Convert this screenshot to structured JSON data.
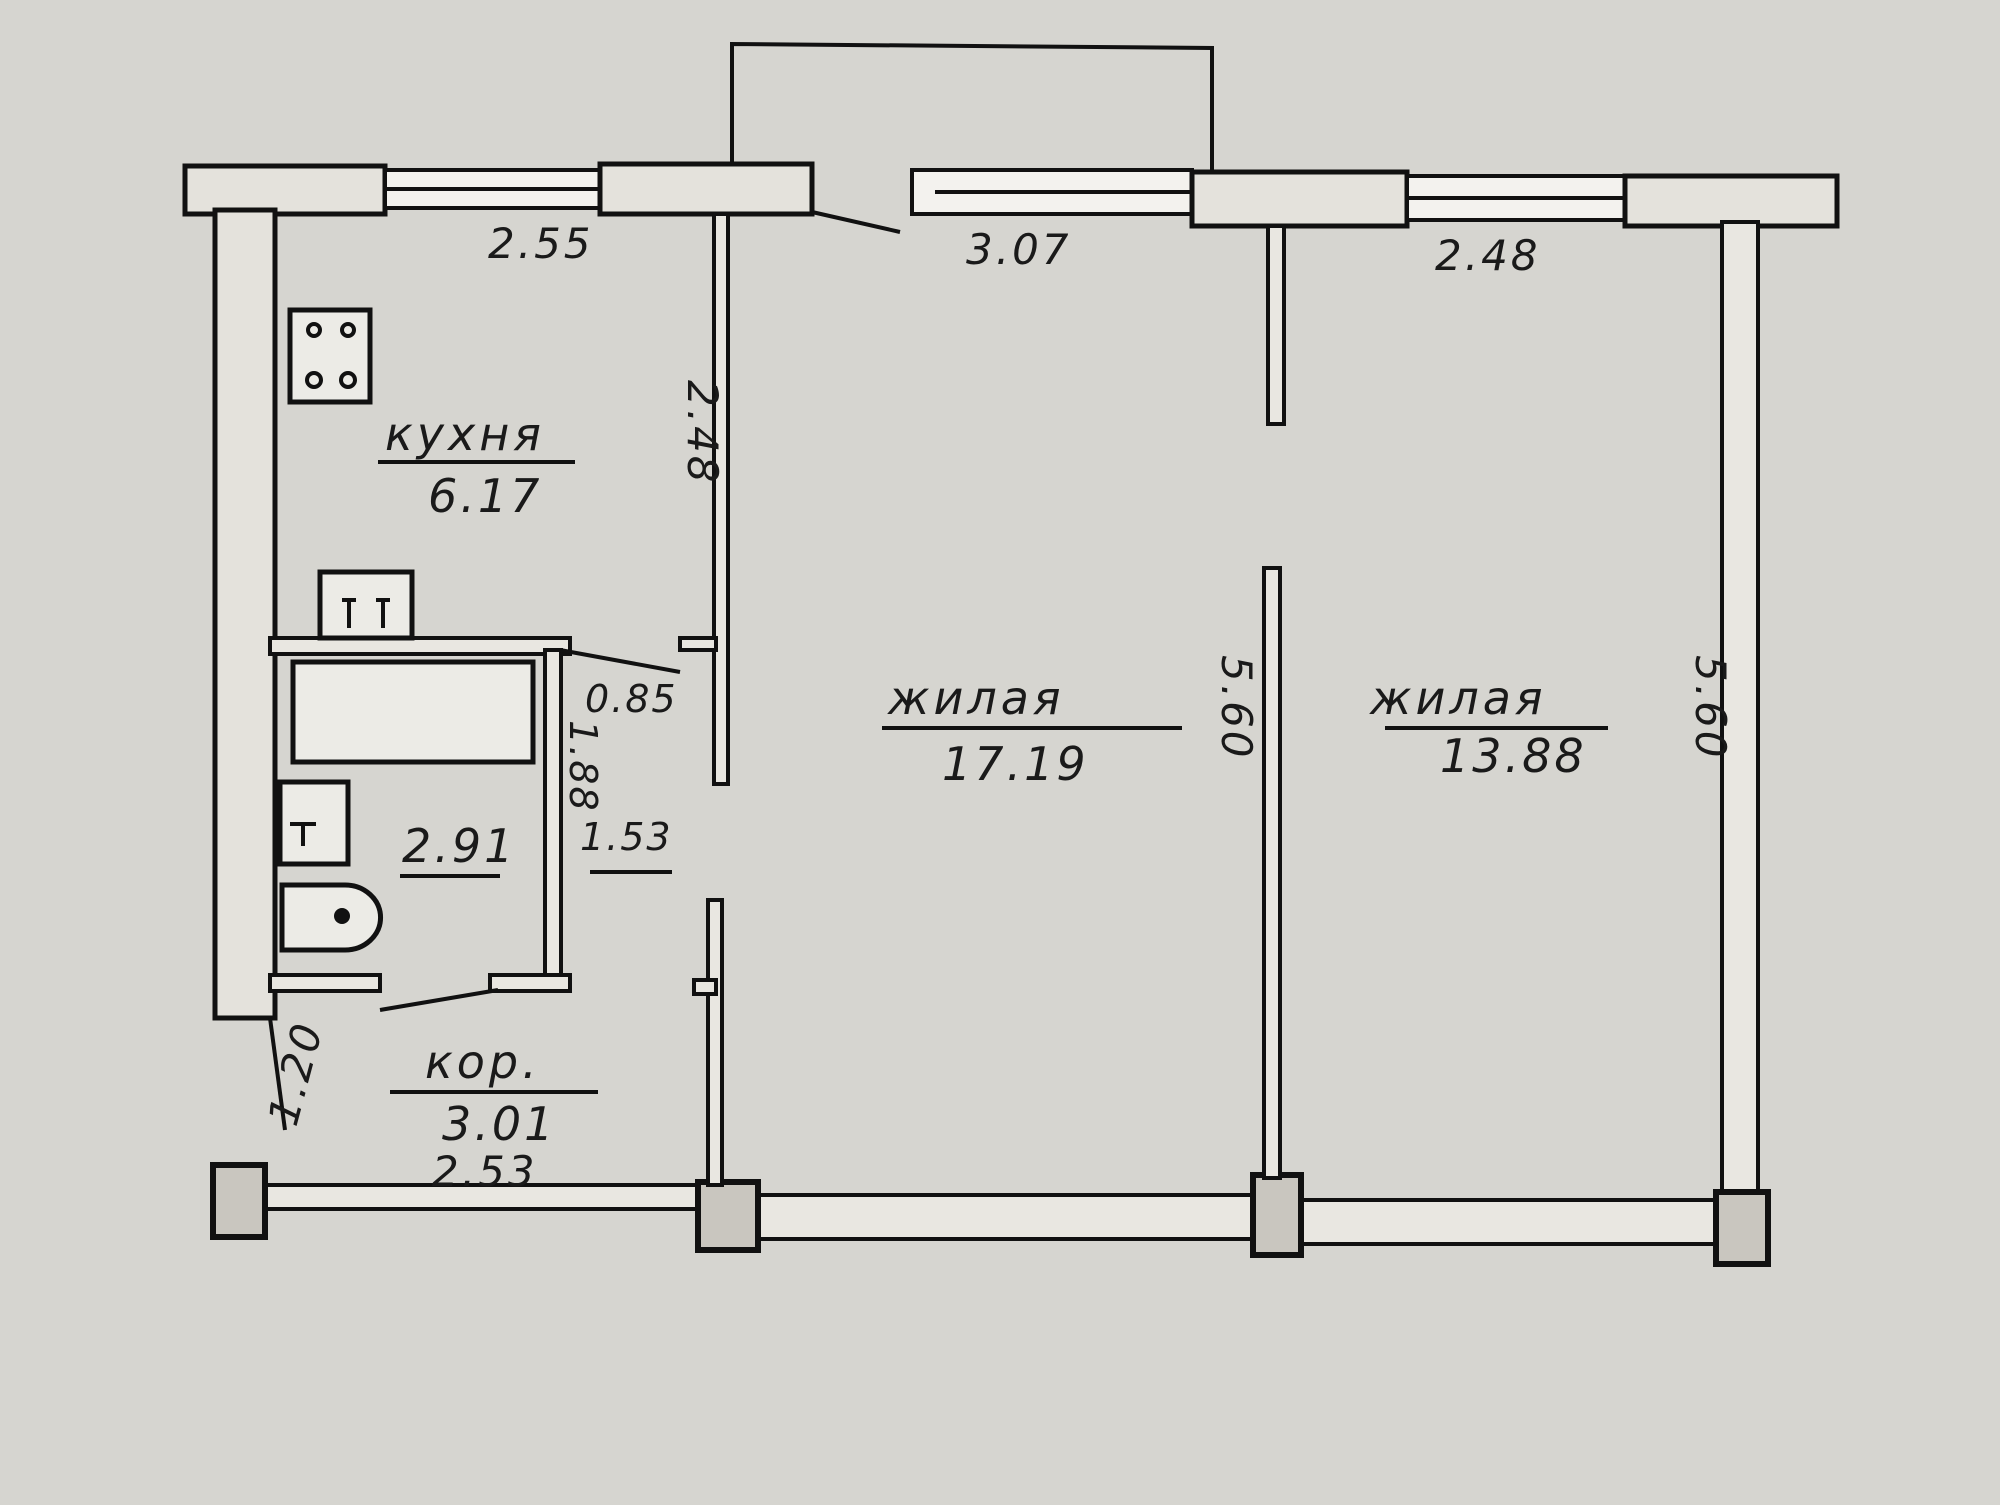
{
  "rooms": {
    "kitchen": {
      "name": "кухня",
      "area": "6.17"
    },
    "living1": {
      "name": "жилая",
      "area": "17.19"
    },
    "living2": {
      "name": "жилая",
      "area": "13.88"
    },
    "bathroom": {
      "area": "2.91"
    },
    "corridor": {
      "name": "кор.",
      "area": "3.01"
    }
  },
  "dimensions": {
    "kitchen_width": "2.55",
    "kitchen_depth": "2.48",
    "living1_width": "3.07",
    "living2_width": "2.48",
    "living1_depth": "5.60",
    "living2_depth": "5.60",
    "bath_door": "0.85",
    "bath_depth": "1.88",
    "bath_width": "1.53",
    "corridor_width": "2.53",
    "corridor_depth": "1.20"
  },
  "colors": {
    "background": "#d6d5d0",
    "ink": "#111111"
  }
}
